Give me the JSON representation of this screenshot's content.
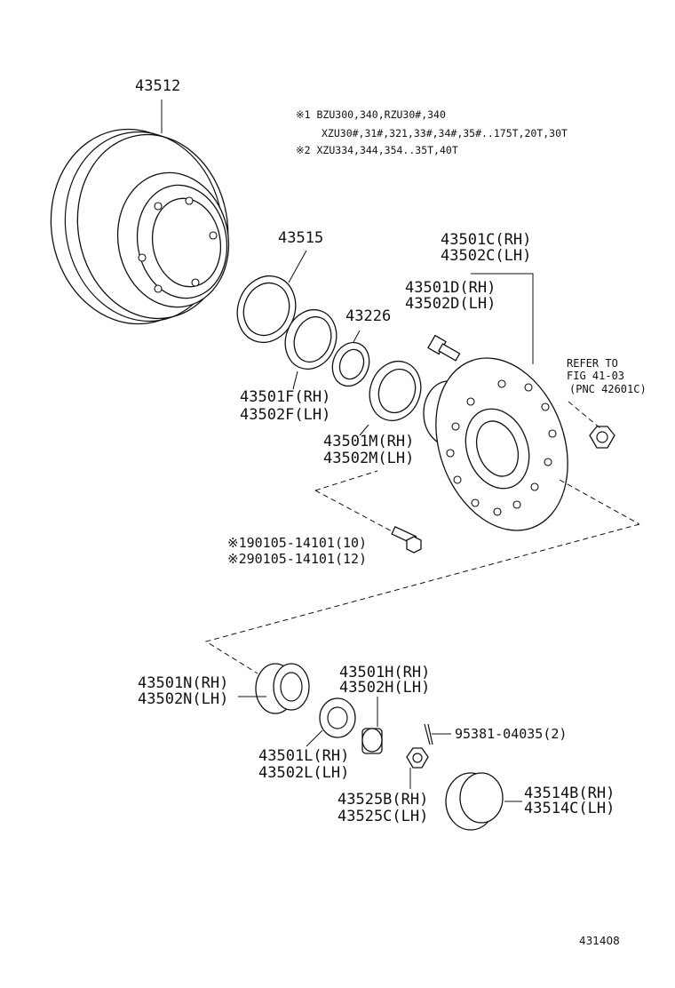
{
  "notes": [
    {
      "mark": "※1",
      "text": "BZU300,340,RZU30#,340"
    },
    {
      "mark": "",
      "text": "XZU30#,31#,321,33#,34#,35#..175T,20T,30T"
    },
    {
      "mark": "※2",
      "text": "XZU334,344,354..35T,40T"
    }
  ],
  "parts": {
    "p43512": "43512",
    "p43515": "43515",
    "p43226": "43226",
    "p43501c": "43501C(RH)",
    "p43502c": "43502C(LH)",
    "p43501d": "43501D(RH)",
    "p43502d": "43502D(LH)",
    "p43501f": "43501F(RH)",
    "p43502f": "43502F(LH)",
    "p43501m": "43501M(RH)",
    "p43502m": "43502M(LH)",
    "p90105a_mark": "※1",
    "p90105a": "90105-14101(10)",
    "p90105b_mark": "※2",
    "p90105b": "90105-14101(12)",
    "p43501n": "43501N(RH)",
    "p43502n": "43502N(LH)",
    "p43501h": "43501H(RH)",
    "p43502h": "43502H(LH)",
    "p95381": "95381-04035(2)",
    "p43501l": "43501L(RH)",
    "p43502l": "43502L(LH)",
    "p43525b": "43525B(RH)",
    "p43525c": "43525C(LH)",
    "p43514b": "43514B(RH)",
    "p43514c": "43514C(LH)"
  },
  "refer": {
    "line1": "REFER TO",
    "line2": "FIG 41-03",
    "line3": "(PNC 42601C)"
  },
  "figure_number": "431408"
}
